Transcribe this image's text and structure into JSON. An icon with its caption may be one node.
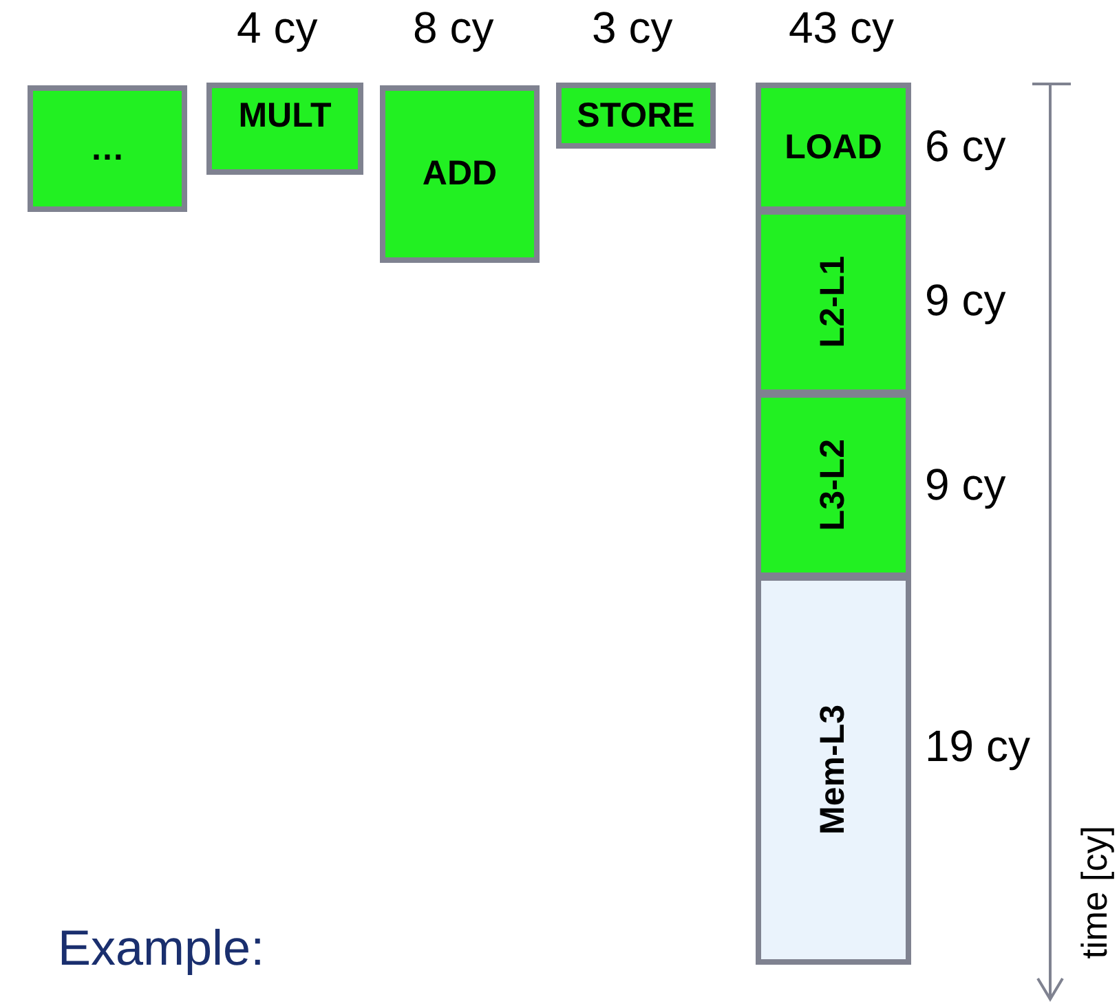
{
  "diagram": {
    "nodes": [
      {
        "text": [
          "…"
        ]
      },
      {
        "text": [
          "MULT"
        ],
        "beside": [
          "4 cy"
        ]
      },
      {
        "text": [
          "ADD"
        ],
        "beside": [
          "8 cy"
        ]
      },
      {
        "text": [
          "STORE"
        ],
        "beside": [
          "3 cy"
        ]
      },
      {
        "text": [
          "LOAD"
        ],
        "beside": [
          "6 cy"
        ]
      },
      {
        "text": [
          "L2-L1"
        ],
        "beside": [
          "9 cy"
        ]
      },
      {
        "text": [
          "L3-L2"
        ],
        "beside": [
          "9 cy"
        ]
      },
      {
        "text": [
          "Mem-L3"
        ],
        "beside": [
          "19 cy"
        ]
      }
    ],
    "labels": [
      "43 cy",
      "Example:",
      "time [cy]"
    ]
  }
}
